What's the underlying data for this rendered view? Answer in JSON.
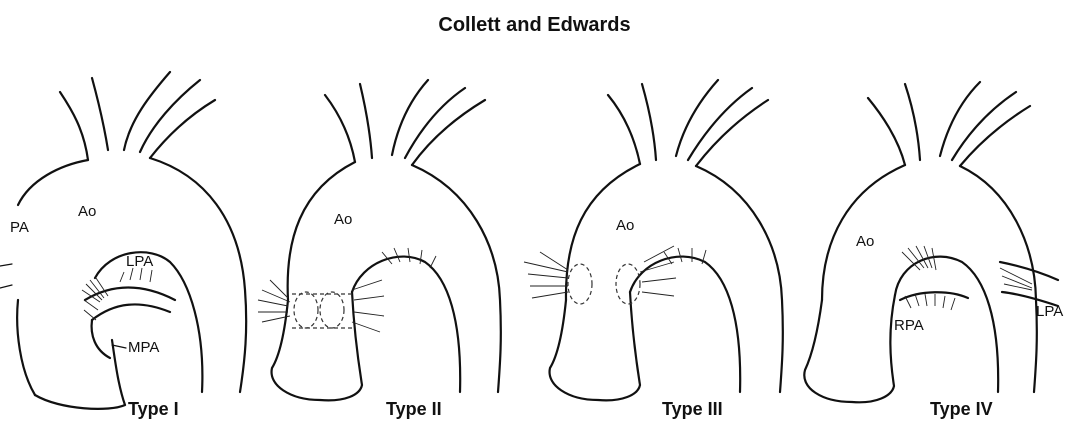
{
  "title": "Collett and Edwards",
  "panels": [
    {
      "type_label": "Type I",
      "labels": {
        "aorta": "Ao",
        "left_pa": "LPA",
        "main_pa": "MPA",
        "partial_rpa": "PA"
      }
    },
    {
      "type_label": "Type II",
      "labels": {
        "aorta": "Ao"
      }
    },
    {
      "type_label": "Type III",
      "labels": {
        "aorta": "Ao"
      }
    },
    {
      "type_label": "Type IV",
      "labels": {
        "aorta": "Ao",
        "right_pa": "RPA",
        "left_pa": "LPA"
      }
    }
  ]
}
